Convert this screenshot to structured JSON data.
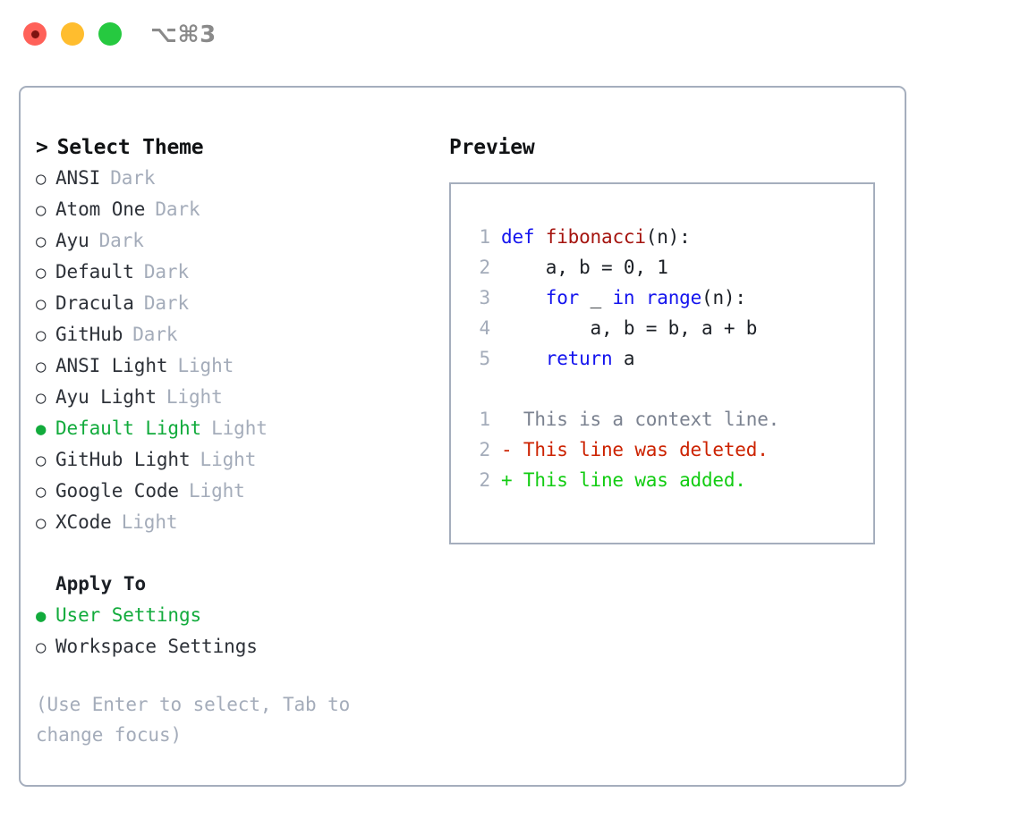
{
  "window": {
    "title": "⌥⌘3",
    "controls": [
      {
        "name": "close",
        "color": "#ff6159"
      },
      {
        "name": "minimize",
        "color": "#ffbd2e"
      },
      {
        "name": "maximize",
        "color": "#26c940"
      }
    ]
  },
  "theme_picker": {
    "header": {
      "caret": ">",
      "label": "Select Theme"
    },
    "items": [
      {
        "bullet": "○",
        "label": "ANSI",
        "badge": "Dark",
        "selected": false
      },
      {
        "bullet": "○",
        "label": "Atom One",
        "badge": "Dark",
        "selected": false
      },
      {
        "bullet": "○",
        "label": "Ayu",
        "badge": "Dark",
        "selected": false
      },
      {
        "bullet": "○",
        "label": "Default",
        "badge": "Dark",
        "selected": false
      },
      {
        "bullet": "○",
        "label": "Dracula",
        "badge": "Dark",
        "selected": false
      },
      {
        "bullet": "○",
        "label": "GitHub",
        "badge": "Dark",
        "selected": false
      },
      {
        "bullet": "○",
        "label": "ANSI Light",
        "badge": "Light",
        "selected": false
      },
      {
        "bullet": "○",
        "label": "Ayu Light",
        "badge": "Light",
        "selected": false
      },
      {
        "bullet": "●",
        "label": "Default Light",
        "badge": "Light",
        "selected": true
      },
      {
        "bullet": "○",
        "label": "GitHub Light",
        "badge": "Light",
        "selected": false
      },
      {
        "bullet": "○",
        "label": "Google Code",
        "badge": "Light",
        "selected": false
      },
      {
        "bullet": "○",
        "label": "XCode",
        "badge": "Light",
        "selected": false
      }
    ]
  },
  "apply_to": {
    "header": "Apply To",
    "items": [
      {
        "bullet": "●",
        "label": "User Settings",
        "selected": true
      },
      {
        "bullet": "○",
        "label": "Workspace Settings",
        "selected": false
      }
    ]
  },
  "hint": "(Use Enter to select, Tab to change focus)",
  "preview": {
    "title": "Preview",
    "code_lines": [
      {
        "no": "1",
        "tokens": [
          {
            "t": "def ",
            "c": "kw"
          },
          {
            "t": "fibonacci",
            "c": "fn"
          },
          {
            "t": "(n):",
            "c": "plain"
          }
        ]
      },
      {
        "no": "2",
        "tokens": [
          {
            "t": "    a, b = 0, 1",
            "c": "plain"
          }
        ]
      },
      {
        "no": "3",
        "tokens": [
          {
            "t": "    ",
            "c": "plain"
          },
          {
            "t": "for",
            "c": "kw"
          },
          {
            "t": " _ ",
            "c": "plain"
          },
          {
            "t": "in",
            "c": "kw"
          },
          {
            "t": " ",
            "c": "plain"
          },
          {
            "t": "range",
            "c": "kw"
          },
          {
            "t": "(n):",
            "c": "plain"
          }
        ]
      },
      {
        "no": "4",
        "tokens": [
          {
            "t": "        a, b = b, a + b",
            "c": "plain"
          }
        ]
      },
      {
        "no": "5",
        "tokens": [
          {
            "t": "    ",
            "c": "plain"
          },
          {
            "t": "return",
            "c": "kw"
          },
          {
            "t": " a",
            "c": "plain"
          }
        ]
      }
    ],
    "diff_lines": [
      {
        "no": "1",
        "marker": " ",
        "text": "  This is a context line.",
        "kind": "ctx"
      },
      {
        "no": "2",
        "marker": "-",
        "text": "- This line was deleted.",
        "kind": "del"
      },
      {
        "no": "2",
        "marker": "+",
        "text": "+ This line was added.",
        "kind": "add"
      }
    ]
  },
  "colors": {
    "selected_green": "#12ab3c",
    "diff_add_green": "#12cc12",
    "diff_del_red": "#cc2200",
    "keyword_blue": "#1414ee",
    "function_red": "#a5140f",
    "muted_gray": "#a4acba",
    "border_gray": "#a5aebd"
  }
}
